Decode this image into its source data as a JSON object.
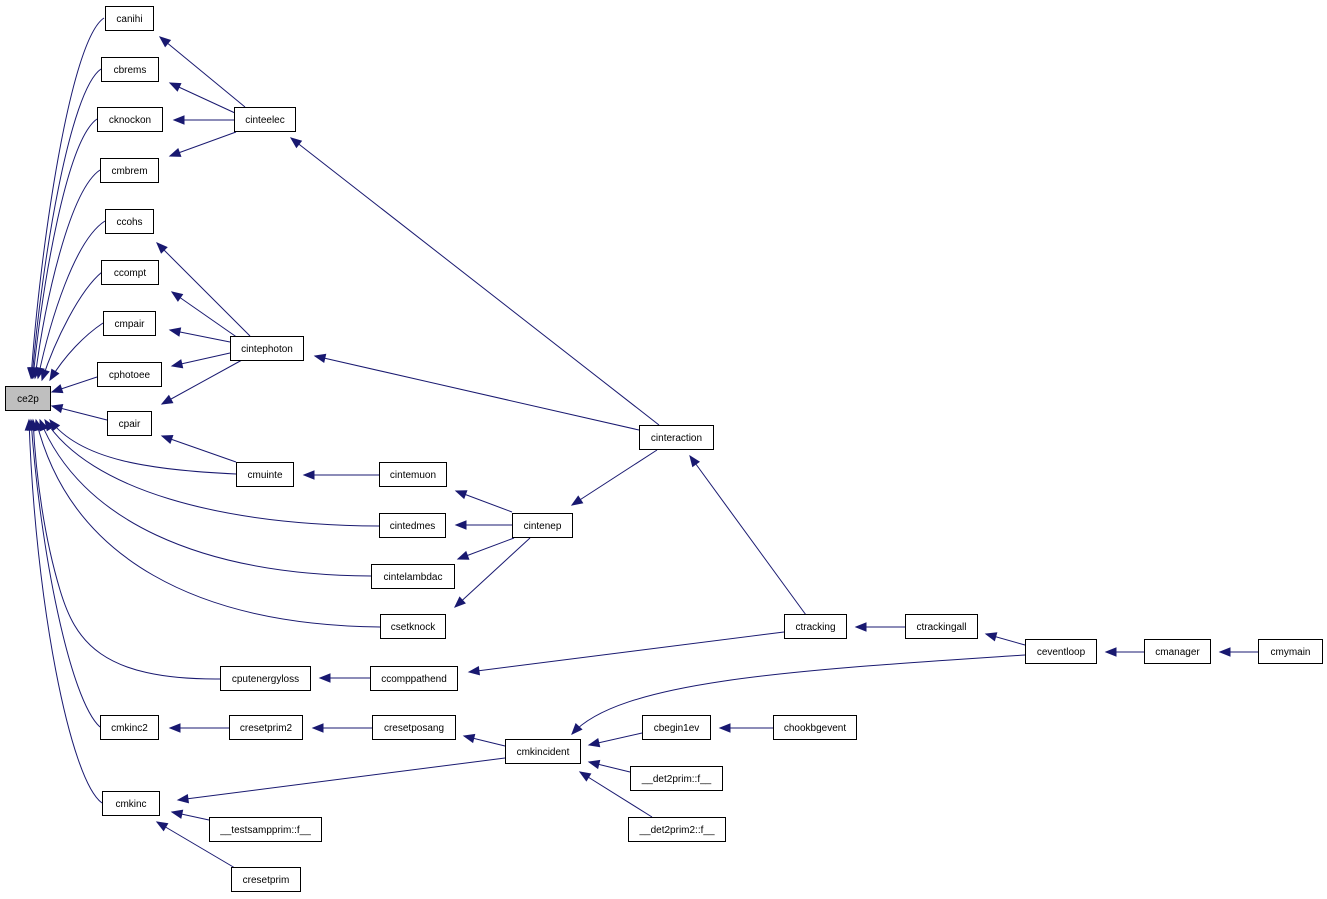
{
  "colors": {
    "edge": "#191970",
    "root_fill": "#bfbfbf",
    "node_fill": "#ffffff",
    "border": "#000000"
  },
  "nodes": {
    "ce2p": "ce2p",
    "canihi": "canihi",
    "cbrems": "cbrems",
    "cknockon": "cknockon",
    "cmbrem": "cmbrem",
    "cinteelec": "cinteelec",
    "ccohs": "ccohs",
    "ccompt": "ccompt",
    "cmpair": "cmpair",
    "cphotoee": "cphotoee",
    "cpair": "cpair",
    "cintephoton": "cintephoton",
    "cmuinte": "cmuinte",
    "cintemuon": "cintemuon",
    "cintedmes": "cintedmes",
    "cintelambdac": "cintelambdac",
    "csetknock": "csetknock",
    "cintenep": "cintenep",
    "cinteraction": "cinteraction",
    "cputenergyloss": "cputenergyloss",
    "ccomppathend": "ccomppathend",
    "ctracking": "ctracking",
    "ctrackingall": "ctrackingall",
    "ceventloop": "ceventloop",
    "cmanager": "cmanager",
    "cmymain": "cmymain",
    "cmkinc2": "cmkinc2",
    "cresetprim2": "cresetprim2",
    "cresetposang": "cresetposang",
    "cmkincident": "cmkincident",
    "cbegin1ev": "cbegin1ev",
    "chookbgevent": "chookbgevent",
    "det2prim": "__det2prim::f__",
    "det2prim2": "__det2prim2::f__",
    "cmkinc": "cmkinc",
    "testsampprim": "__testsampprim::f__",
    "cresetprim": "cresetprim"
  }
}
